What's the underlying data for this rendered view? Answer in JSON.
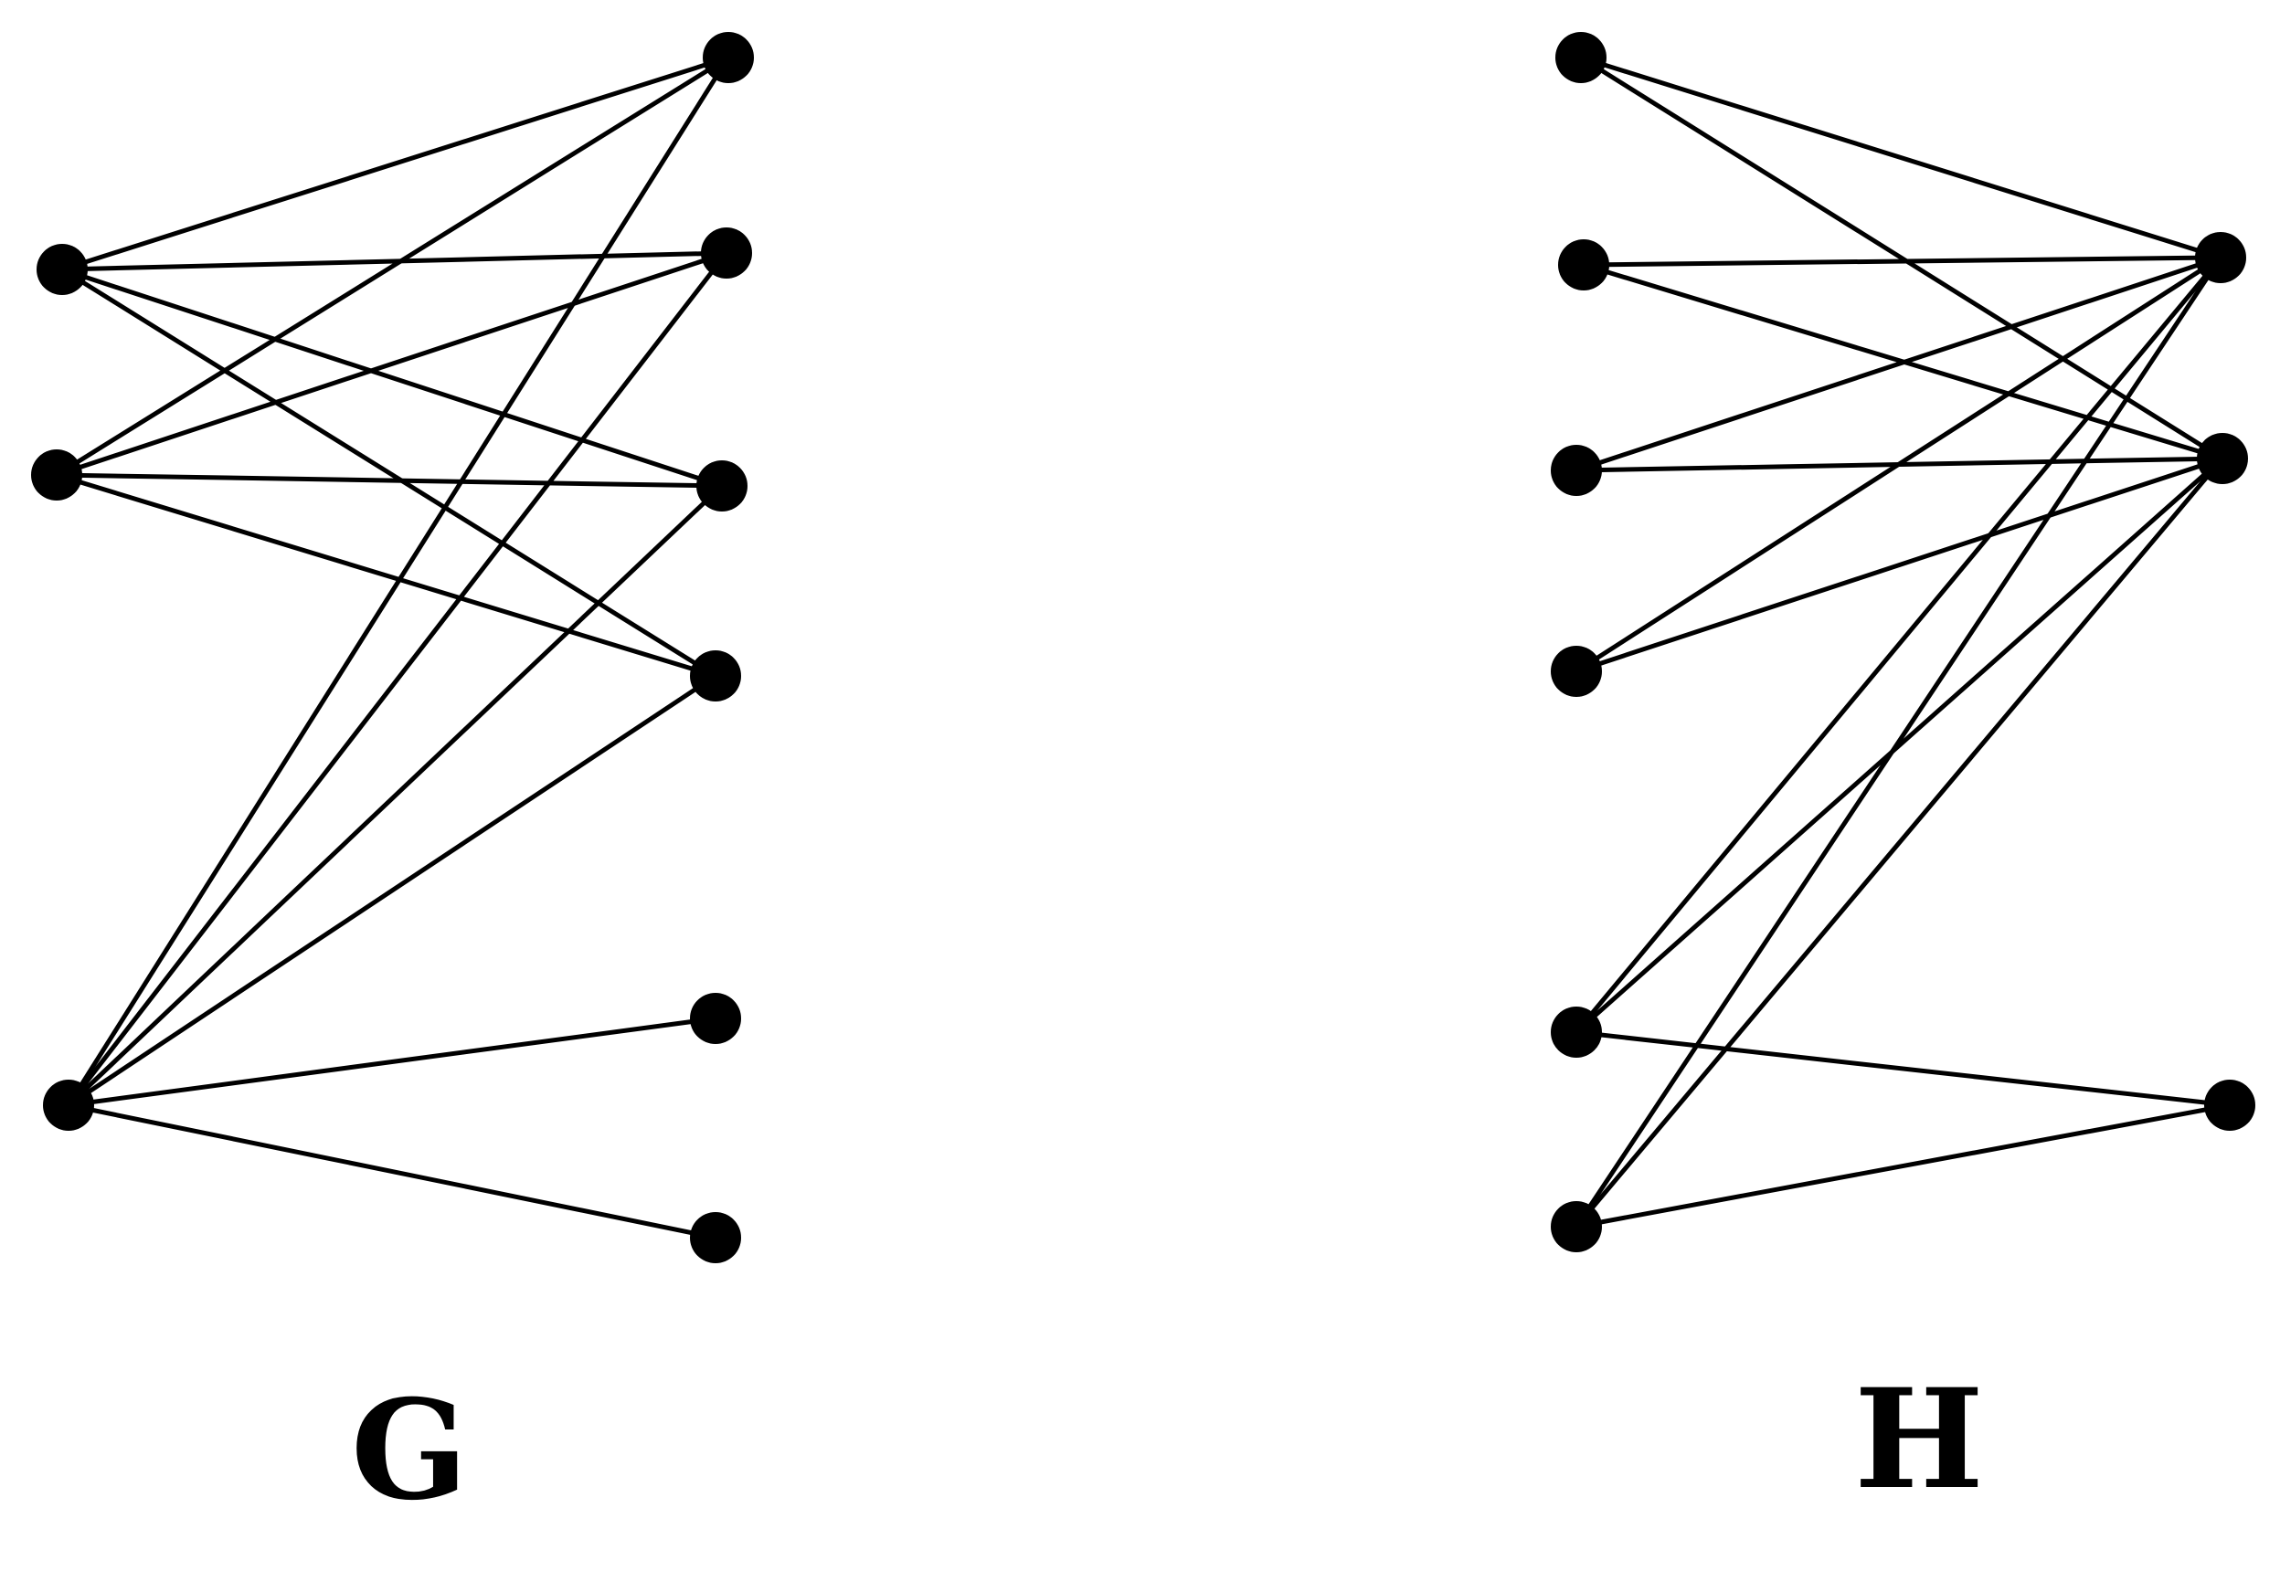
{
  "graphs": [
    {
      "id": "G",
      "label": "G",
      "left_count": 3,
      "right_count": 6,
      "edges": [
        [
          0,
          0
        ],
        [
          0,
          1
        ],
        [
          0,
          2
        ],
        [
          0,
          3
        ],
        [
          1,
          0
        ],
        [
          1,
          1
        ],
        [
          1,
          2
        ],
        [
          1,
          3
        ],
        [
          2,
          0
        ],
        [
          2,
          1
        ],
        [
          2,
          2
        ],
        [
          2,
          3
        ],
        [
          2,
          4
        ],
        [
          2,
          5
        ]
      ]
    },
    {
      "id": "H",
      "label": "H",
      "left_count": 6,
      "right_count": 3,
      "edges": [
        [
          0,
          0
        ],
        [
          0,
          1
        ],
        [
          1,
          0
        ],
        [
          1,
          1
        ],
        [
          2,
          0
        ],
        [
          2,
          1
        ],
        [
          3,
          0
        ],
        [
          3,
          1
        ],
        [
          4,
          0
        ],
        [
          4,
          1
        ],
        [
          4,
          2
        ],
        [
          5,
          0
        ],
        [
          5,
          1
        ],
        [
          5,
          2
        ]
      ]
    }
  ],
  "colors": {
    "stroke": "#000000",
    "node": "#000000",
    "background": "#ffffff"
  }
}
